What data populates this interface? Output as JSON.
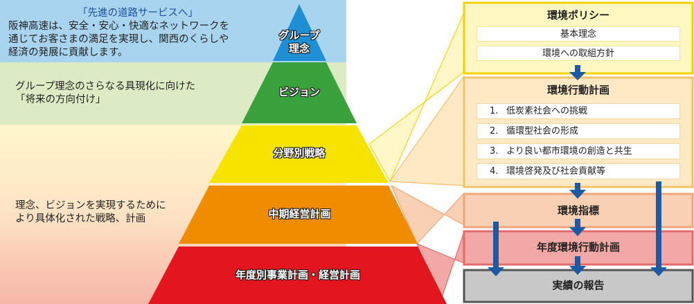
{
  "pyramid": {
    "group_philosophy": {
      "label": [
        "グループ",
        "理念"
      ],
      "slogan": "「先進の道路サービスへ」",
      "description": [
        "阪神高速は、安全・安心・快適なネットワークを",
        "通じてお客さまの満足を実現し、関西のくらしや",
        "経済の発展に貢献します。"
      ],
      "band_color": "#a9d4f0",
      "tier_color": "#1e8fd5"
    },
    "vision": {
      "label": "ビジョン",
      "description": [
        "グループ理念のさらなる具現化に向けた",
        "「将来の方向付け」"
      ],
      "band_color": "#dcebc4",
      "tier_color": "#3aa23c"
    },
    "strategy": {
      "description": [
        "理念、ビジョンを実現するために",
        "より具体化された戦略、計画"
      ],
      "tiers": [
        {
          "label": "分野別戦略",
          "color": "#f6e400"
        },
        {
          "label": "中期経営計画",
          "color": "#f08c00"
        },
        {
          "label": "年度別事業計画・経営計画",
          "color": "#e3151f"
        }
      ]
    }
  },
  "environment": {
    "policy": {
      "title": "環境ポリシー",
      "items": [
        "基本理念",
        "環境への取組方針"
      ],
      "bg": "#fff7c2",
      "border": "#f2d200"
    },
    "action_plan": {
      "title": "環境行動計画",
      "items": [
        {
          "num": "1.",
          "text": "低炭素社会への挑戦"
        },
        {
          "num": "2.",
          "text": "循環型社会の形成"
        },
        {
          "num": "3.",
          "text": "より良い都市環境の創造と共生"
        },
        {
          "num": "4.",
          "text": "環境啓発及び社会貢献等"
        }
      ],
      "bg": "#fde9c4",
      "border": "#f3c268"
    },
    "indicators": {
      "title": "環境指標",
      "bg": "#f8d0b4",
      "border": "#f0a678"
    },
    "annual_plan": {
      "title": "年度環境行動計画",
      "bg": "#f2a8a4",
      "border": "#e26a6a"
    },
    "results": {
      "title": "実績の報告",
      "bg": "#c8c8c8",
      "border": "#555555"
    },
    "arrow_color": "#1d5aa6"
  }
}
